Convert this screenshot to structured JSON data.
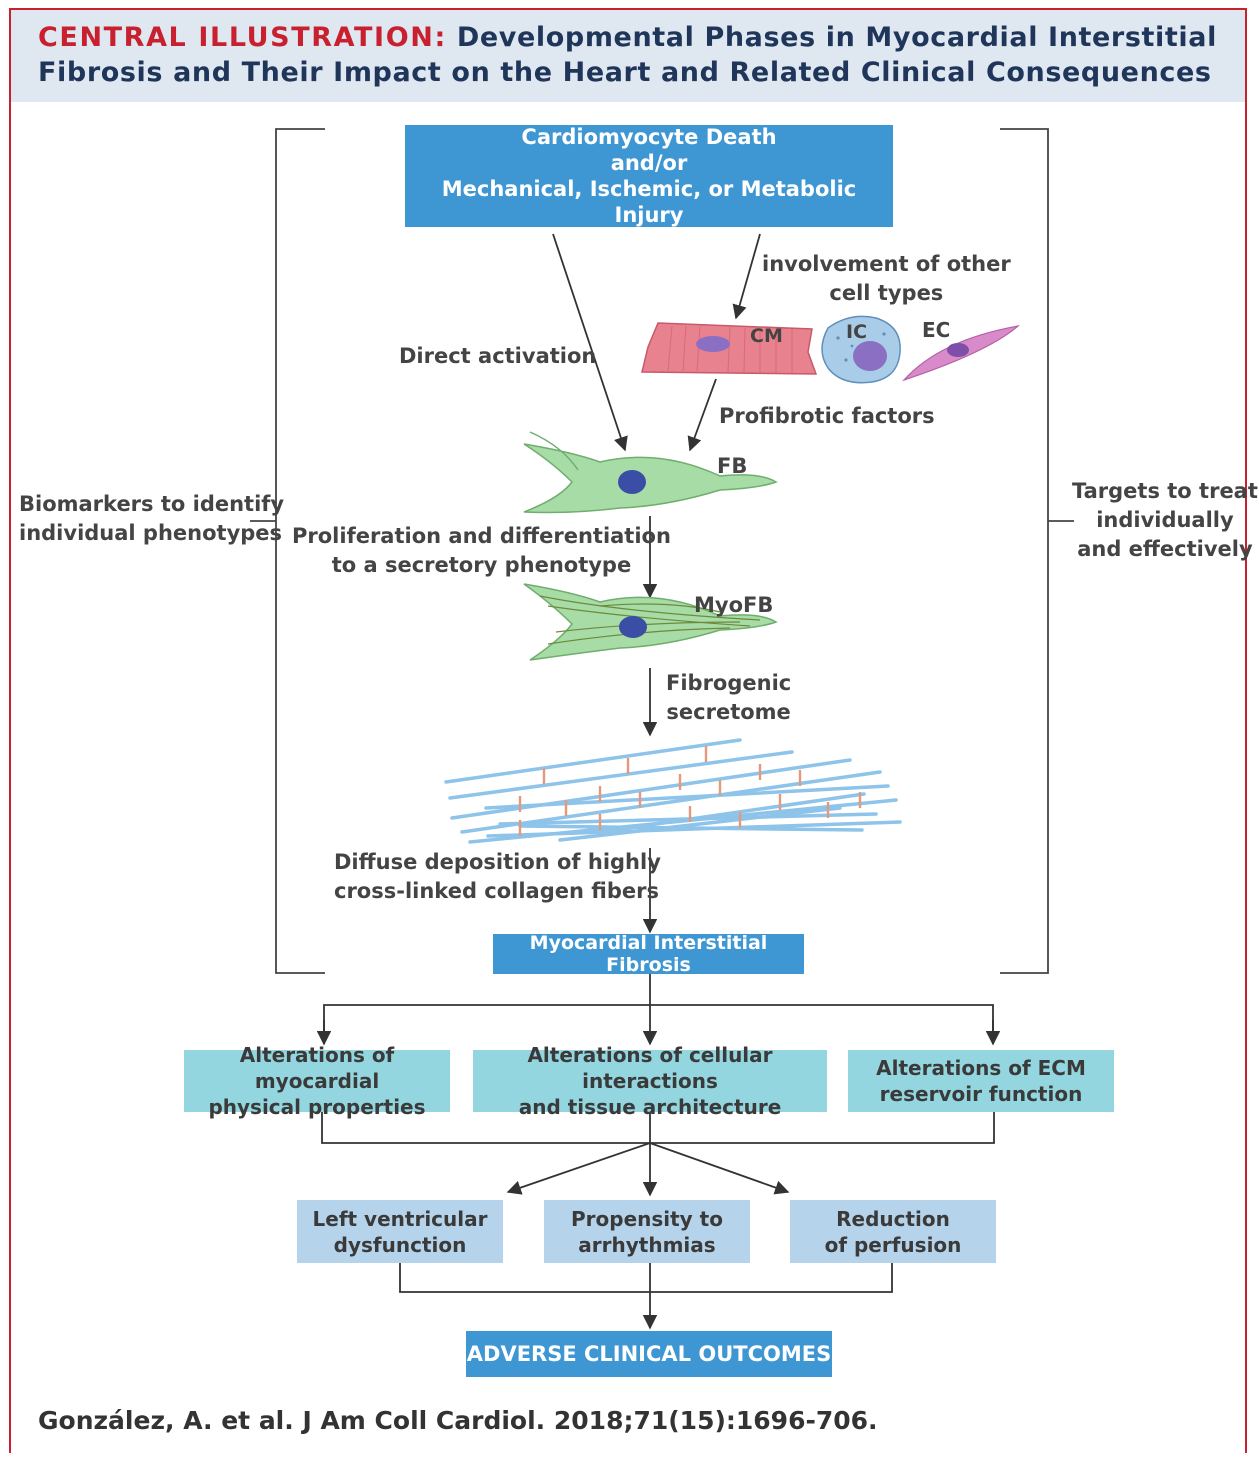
{
  "title": {
    "prefix": "CENTRAL ILLUSTRATION:",
    "line1": "Developmental Phases in Myocardial Interstitial",
    "line2": "Fibrosis and Their Impact on the Heart and Related Clinical Consequences"
  },
  "top_box": {
    "line1": "Cardiomyocyte Death",
    "line2": "and/or",
    "line3": "Mechanical, Ischemic, or Metabolic Injury"
  },
  "labels": {
    "involvement_line1": "involvement of other",
    "involvement_line2": "cell types",
    "direct_activation": "Direct activation",
    "profibrotic": "Profibrotic factors",
    "cm": "CM",
    "ic": "IC",
    "ec": "EC",
    "fb": "FB",
    "proliferation_line1": "Proliferation and differentiation",
    "proliferation_line2": "to a secretory phenotype",
    "myofb": "MyoFB",
    "secretome_line1": "Fibrogenic",
    "secretome_line2": "secretome",
    "deposition_line1": "Diffuse deposition of highly",
    "deposition_line2": "cross-linked collagen fibers"
  },
  "left_bracket": {
    "line1": "Biomarkers to identify",
    "line2": "individual phenotypes"
  },
  "right_bracket": {
    "line1": "Targets to treat",
    "line2": "individually",
    "line3": "and effectively"
  },
  "mif_box": "Myocardial Interstitial Fibrosis",
  "alterations": [
    {
      "line1": "Alterations of myocardial",
      "line2": "physical properties"
    },
    {
      "line1": "Alterations of cellular interactions",
      "line2": "and tissue architecture"
    },
    {
      "line1": "Alterations of ECM",
      "line2": "reservoir function"
    }
  ],
  "consequences": [
    {
      "line1": "Left ventricular",
      "line2": "dysfunction"
    },
    {
      "line1": "Propensity to",
      "line2": "arrhythmias"
    },
    {
      "line1": "Reduction",
      "line2": "of perfusion"
    }
  ],
  "outcome_box": "ADVERSE CLINICAL OUTCOMES",
  "citation": "González, A. et al. J Am Coll Cardiol. 2018;71(15):1696-706.",
  "colors": {
    "frame": "#c8202f",
    "header_bg": "#dfe8f1",
    "title_red": "#c8202f",
    "title_navy": "#1f3559",
    "dark_blue_box": "#3e97d3",
    "teal_box": "#93d6df",
    "light_blue_box": "#b5d4ec",
    "fibroblast": "#a8dca6",
    "nucleus": "#3b4ea6",
    "cardiomyocyte": "#e8828f",
    "immune_cell": "#a9cde8",
    "endothelial_cell": "#d98ac8",
    "collagen": "#8ec3ea",
    "crosslink": "#e39a7a"
  }
}
